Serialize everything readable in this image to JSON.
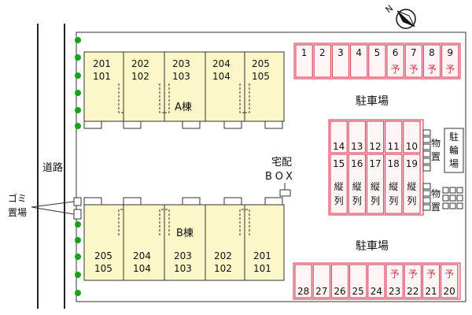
{
  "road_label": "道路",
  "garbage_label": "ゴミ\n置場",
  "north_label": "N",
  "building_a": {
    "label": "A棟",
    "units": [
      {
        "top": "201",
        "bottom": "101"
      },
      {
        "top": "202",
        "bottom": "102"
      },
      {
        "top": "203",
        "bottom": "103"
      },
      {
        "top": "204",
        "bottom": "104"
      },
      {
        "top": "205",
        "bottom": "105"
      }
    ]
  },
  "building_b": {
    "label": "B棟",
    "units": [
      {
        "top": "205",
        "bottom": "105"
      },
      {
        "top": "204",
        "bottom": "104"
      },
      {
        "top": "203",
        "bottom": "103"
      },
      {
        "top": "202",
        "bottom": "102"
      },
      {
        "top": "201",
        "bottom": "101"
      }
    ]
  },
  "delivery_box_label": "宅配\nBOX",
  "parking_label": "駐車場",
  "parking_label_2": "駐車場",
  "parking_top": [
    {
      "num": "1",
      "note": ""
    },
    {
      "num": "2",
      "note": ""
    },
    {
      "num": "3",
      "note": ""
    },
    {
      "num": "4",
      "note": ""
    },
    {
      "num": "5",
      "note": ""
    },
    {
      "num": "6",
      "note": "予"
    },
    {
      "num": "7",
      "note": "予"
    },
    {
      "num": "8",
      "note": "予"
    },
    {
      "num": "9",
      "note": "予"
    }
  ],
  "parking_mid_upper": [
    "14",
    "13",
    "12",
    "11",
    "10"
  ],
  "parking_mid_lower": [
    {
      "num": "15",
      "note": "縦列"
    },
    {
      "num": "16",
      "note": "縦列"
    },
    {
      "num": "17",
      "note": "縦列"
    },
    {
      "num": "18",
      "note": "縦列"
    },
    {
      "num": "19",
      "note": "縦列"
    }
  ],
  "parking_bottom": [
    {
      "num": "28",
      "note": ""
    },
    {
      "num": "27",
      "note": ""
    },
    {
      "num": "26",
      "note": ""
    },
    {
      "num": "25",
      "note": ""
    },
    {
      "num": "24",
      "note": ""
    },
    {
      "num": "23",
      "note": "予"
    },
    {
      "num": "22",
      "note": "予"
    },
    {
      "num": "21",
      "note": "予"
    },
    {
      "num": "20",
      "note": "予"
    }
  ],
  "storage_label_1": "物置",
  "storage_label_2": "物置",
  "bike_parking_label": "駐輪場"
}
